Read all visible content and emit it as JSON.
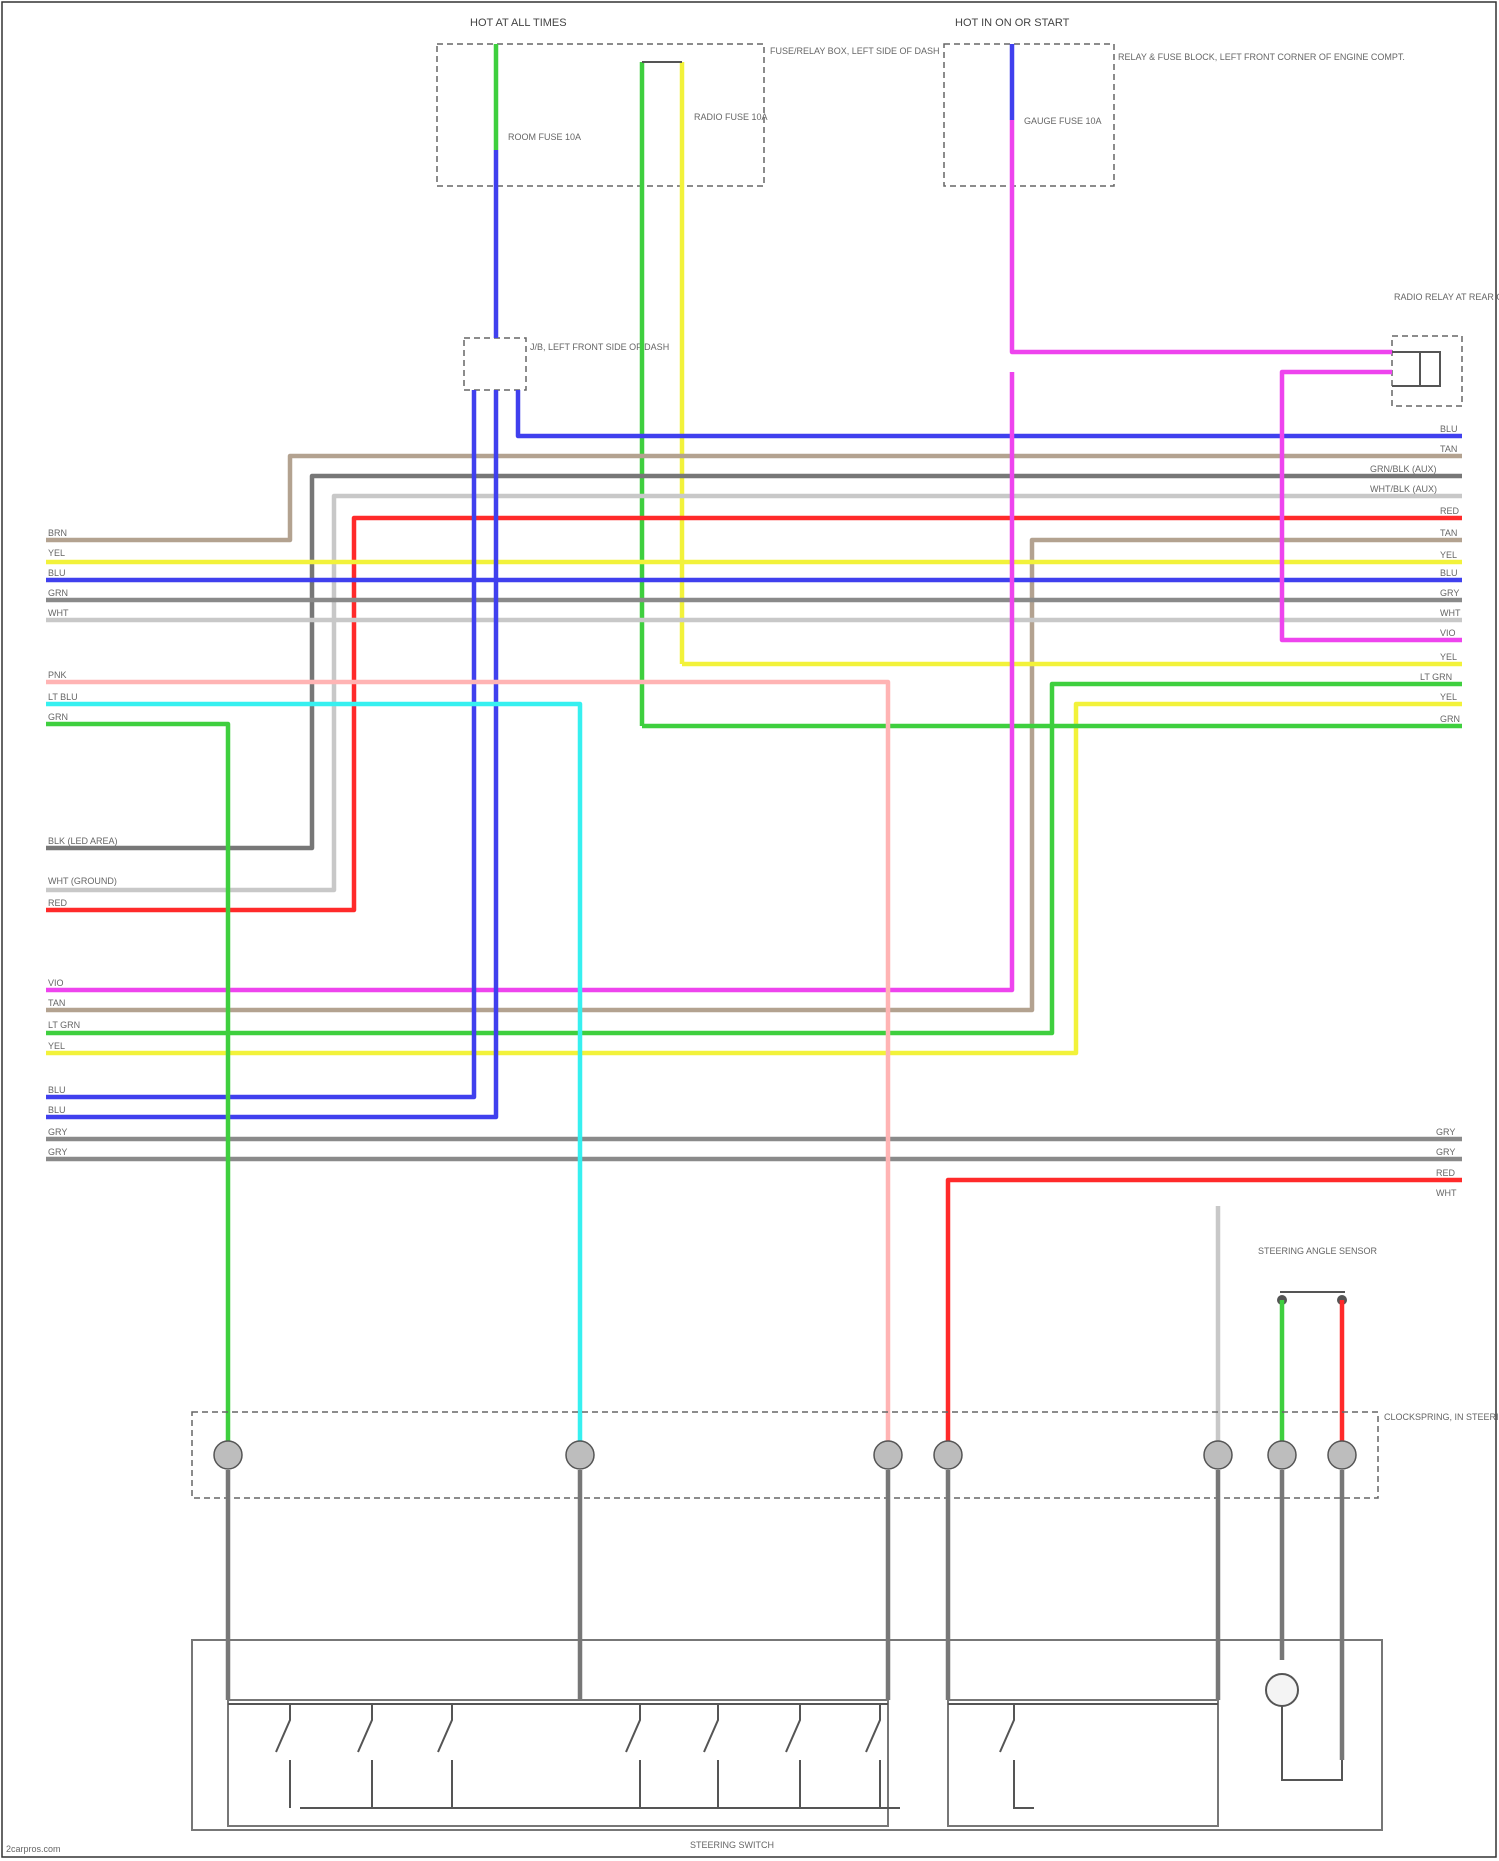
{
  "diagram": {
    "watermark": "2carpros.com",
    "component_labels": {
      "fuse_box_left": "HOT AT ALL TIMES",
      "fuse_box_left_sub": "FUSE/RELAY BOX, LEFT SIDE OF DASH",
      "fuse_box_right": "HOT IN ON OR START",
      "fuse_box_right_sub": "RELAY & FUSE BLOCK, LEFT FRONT CORNER OF ENGINE COMPT.",
      "fuse_a": "ROOM FUSE 10A",
      "fuse_b": "RADIO FUSE 10A",
      "fuse_c": "GAUGE FUSE 10A",
      "junction_block": "J/B, LEFT FRONT SIDE OF DASH",
      "relay_right": "RADIO RELAY AT REAR OF DASH",
      "steering_sensor": "STEERING ANGLE SENSOR",
      "clock_spring": "CLOCKSPRING, IN STEERING COLUMN",
      "switch_assembly": "STEERING SWITCH",
      "left_pin_bottom_a": "BLK (LED AREA)",
      "left_pin_bottom_b": "WHT (GROUND)",
      "right_pin_a": "GRN/BLK (AUX)",
      "right_pin_b": "WHT/BLK (AUX)",
      "wire_codes": {
        "brn": "BRN",
        "yel": "YEL",
        "blu": "BLU",
        "grn": "GRN",
        "wht": "WHT",
        "pnk": "PNK",
        "red": "RED",
        "lt_blu": "LT BLU",
        "vio": "VIO",
        "gry": "GRY",
        "blk": "BLK",
        "tan": "TAN",
        "lt_grn": "LT GRN"
      }
    }
  }
}
